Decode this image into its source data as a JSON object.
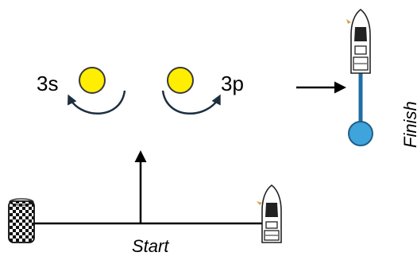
{
  "marks": {
    "left_mark_label": "3s",
    "right_mark_label": "3p",
    "start_label": "Start",
    "finish_label": "Finish"
  },
  "icons": {
    "left_mark": "yellow-buoy-icon",
    "right_mark": "yellow-buoy-icon",
    "finish_buoy": "blue-buoy-icon",
    "pin_end": "checkered-flag-buoy-icon",
    "committee_boat_start": "motor-yacht-icon",
    "committee_boat_finish": "motor-yacht-icon"
  },
  "colors": {
    "mark_fill": "#ffee00",
    "mark_stroke": "#3a3a3a",
    "finish_line": "#1f6ea3",
    "finish_buoy_fill": "#3fa3dc",
    "rounding_arrow": "#1d2f3f",
    "line": "#000000"
  }
}
